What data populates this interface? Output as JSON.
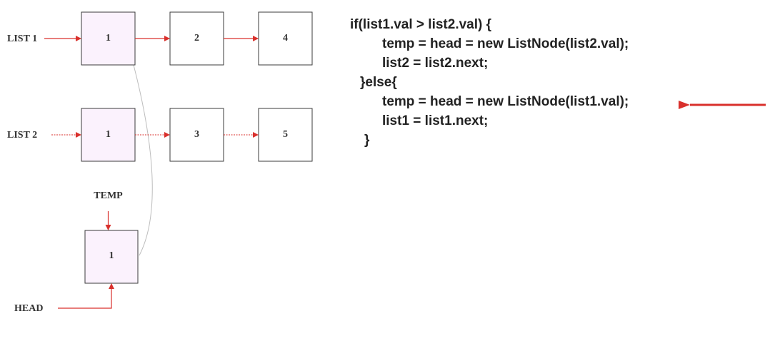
{
  "labels": {
    "list1": "LIST 1",
    "list2": "LIST 2",
    "temp": "TEMP",
    "head": "HEAD"
  },
  "list1_nodes": [
    "1",
    "2",
    "4"
  ],
  "list2_nodes": [
    "1",
    "3",
    "5"
  ],
  "new_node": "1",
  "code_lines": [
    "if(list1.val > list2.val) {",
    "temp = head = new ListNode(list2.val);",
    "list2 = list2.next;",
    "}else{",
    "temp = head = new ListNode(list1.val);",
    "list1 = list1.next;",
    "}"
  ],
  "highlighted_line_index": 4,
  "colors": {
    "arrow": "#d9302c",
    "highlighted_node_fill": "#fbf2fd",
    "node_fill": "#ffffff",
    "node_border": "#3b3b3b",
    "connector": "#bdbdbd"
  }
}
